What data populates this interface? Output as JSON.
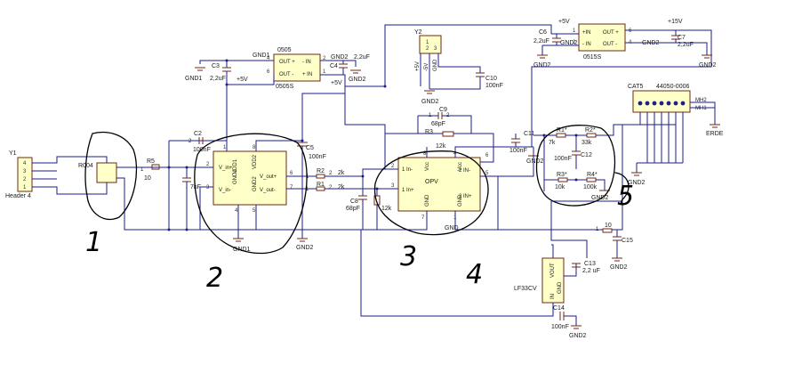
{
  "components": {
    "y1": {
      "ref": "Y1",
      "desc": "Header 4",
      "pins": [
        "4",
        "3",
        "2",
        "1"
      ]
    },
    "r004": {
      "ref": "R004"
    },
    "r5": {
      "ref": "R5",
      "value": "10",
      "pin": "1"
    },
    "c2": {
      "ref": "C2",
      "value": "100nF",
      "pin": "2"
    },
    "cf": {
      "value": "7nF"
    },
    "iso_amp": {
      "pins_left": [
        "V_in+",
        "V_in-"
      ],
      "pins_mid": [
        "GND1",
        "VDD1",
        "GND2",
        "VDD2"
      ],
      "pins_right": [
        "V_out+",
        "V_out-"
      ],
      "pin_nums": [
        "2",
        "3",
        "6",
        "7",
        "1",
        "4",
        "5",
        "8"
      ]
    },
    "gnd": "GND",
    "gnd1": "GND1",
    "gnd2": "GND2",
    "c5": {
      "ref": "C5",
      "value": "100nF"
    },
    "r2": {
      "ref": "R2",
      "value": "2k",
      "pins": [
        "1",
        "2"
      ]
    },
    "r1": {
      "ref": "R1",
      "value": "2k",
      "pins": [
        "1",
        "2"
      ]
    },
    "c8": {
      "ref": "C8",
      "value": "68pF"
    },
    "r12": {
      "value": "12k"
    },
    "opamp": {
      "ref": "OPV",
      "pins": [
        "1 In-",
        "1 In+",
        "Vcc",
        "Vcc",
        "2 IN-",
        "2 IN+",
        "GND",
        "GND"
      ],
      "pin_nums": [
        "2",
        "3",
        "8",
        "4",
        "6",
        "5",
        "7",
        "1"
      ]
    },
    "c9": {
      "ref": "C9",
      "value": "68pF",
      "pins": [
        "1",
        "2"
      ]
    },
    "r3": {
      "ref": "R3",
      "value": "12k"
    },
    "c11": {
      "ref": "C11",
      "value": "100nF"
    },
    "dcdc1": {
      "ref": "0505",
      "desc": "0505S",
      "pins_left": [
        "OUT +",
        "OUT -"
      ],
      "pins_right": [
        "- IN",
        "+ IN"
      ],
      "pin_nums": [
        "4",
        "6",
        "2",
        "1"
      ]
    },
    "c3": {
      "ref": "C3",
      "value": "2,2uF"
    },
    "c4": {
      "ref": "C4",
      "value": "2,2uF"
    },
    "y2": {
      "ref": "Y2",
      "pins": [
        "+5V",
        "-5V",
        "GND"
      ],
      "pin_nums": [
        "1",
        "2",
        "3"
      ]
    },
    "c10": {
      "ref": "C10",
      "value": "100nF"
    },
    "dcdc2": {
      "ref": "0515S",
      "pins_left": [
        "+IN",
        "- IN"
      ],
      "pins_right": [
        "OUT +",
        "OUT -"
      ],
      "pin_nums": [
        "1",
        "2",
        "6",
        "4"
      ]
    },
    "c6": {
      "ref": "C6",
      "value": "2,2uF"
    },
    "c7": {
      "ref": "C7",
      "value": "2,2uF"
    },
    "p5v": "+5V",
    "p15v": "+15V",
    "r_top1": {
      "ref": "R1*",
      "value": "7k"
    },
    "r_top2": {
      "ref": "R2*",
      "value": "33k"
    },
    "c12": {
      "ref": "C12",
      "value": "100nF"
    },
    "r3s": {
      "ref": "R3*",
      "value": "10k"
    },
    "r4s": {
      "ref": "R4*",
      "value": "100k"
    },
    "cat5": {
      "ref": "CAT5",
      "value": "44050-0006",
      "mh": [
        "MH2",
        "MH1"
      ]
    },
    "erde": "ERDE",
    "r10": {
      "value": "10",
      "pin": "1"
    },
    "c15": {
      "ref": "C15"
    },
    "reg": {
      "ref": "LF33CV",
      "pins": [
        "VOUT",
        "IN",
        "GND"
      ]
    },
    "c13": {
      "ref": "C13",
      "value": "2,2 uF"
    },
    "c14": {
      "ref": "C14",
      "value": "100nF"
    }
  },
  "annotations": [
    "1",
    "2",
    "3",
    "4",
    "5"
  ]
}
